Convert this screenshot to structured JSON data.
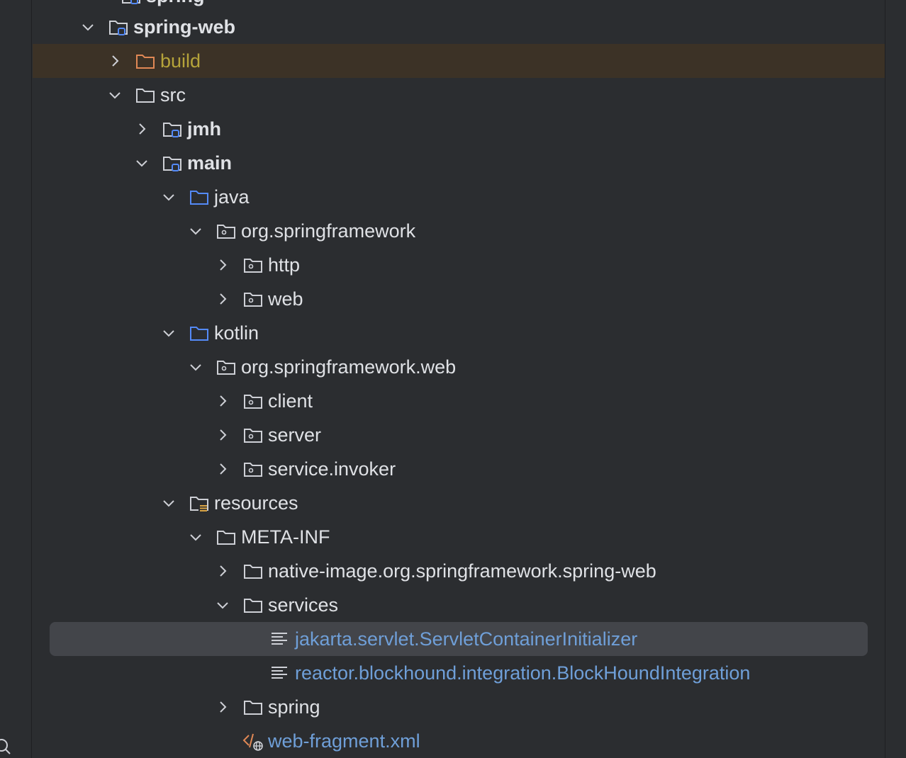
{
  "tree": {
    "partial_top_label": "spring-",
    "rows": [
      {
        "label": "spring-web",
        "expanded": true
      },
      {
        "label": "build",
        "expanded": false
      },
      {
        "label": "src",
        "expanded": true
      },
      {
        "label": "jmh",
        "expanded": false
      },
      {
        "label": "main",
        "expanded": true
      },
      {
        "label": "java",
        "expanded": true
      },
      {
        "label": "org.springframework",
        "expanded": true
      },
      {
        "label": "http",
        "expanded": false
      },
      {
        "label": "web",
        "expanded": false
      },
      {
        "label": "kotlin",
        "expanded": true
      },
      {
        "label": "org.springframework.web",
        "expanded": true
      },
      {
        "label": "client",
        "expanded": false
      },
      {
        "label": "server",
        "expanded": false
      },
      {
        "label": "service.invoker",
        "expanded": false
      },
      {
        "label": "resources",
        "expanded": true
      },
      {
        "label": "META-INF",
        "expanded": true
      },
      {
        "label": "native-image.org.springframework.spring-web",
        "expanded": false
      },
      {
        "label": "services",
        "expanded": true
      },
      {
        "label": "jakarta.servlet.ServletContainerInitializer",
        "selected": true
      },
      {
        "label": "reactor.blockhound.integration.BlockHoundIntegration"
      },
      {
        "label": "spring",
        "expanded": false
      },
      {
        "label": "web-fragment.xml"
      }
    ]
  },
  "colors": {
    "background": "#2b2d30",
    "text": "#dfe1e5",
    "excluded_text": "#b5a33a",
    "excluded_row_bg": "#3c3226",
    "selected_row_bg": "#43454a",
    "file_link_text": "#6f9fd8",
    "module_badge": "#548af7",
    "source_folder": "#548af7",
    "resources_badge": "#d9a343",
    "excluded_folder": "#e08855"
  }
}
